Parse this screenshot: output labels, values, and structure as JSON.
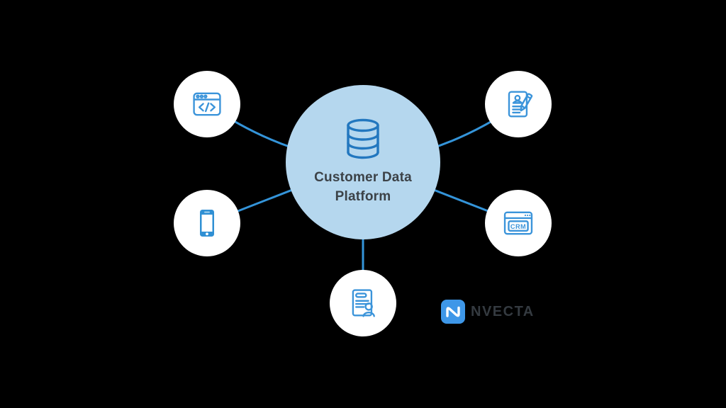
{
  "diagram": {
    "center": {
      "label": "Customer Data Platform",
      "icon": "database-icon",
      "fill_color": "#b5d7ee",
      "label_color": "#3c4247",
      "icon_stroke_color": "#2277bf"
    },
    "nodes": [
      {
        "id": "web-code",
        "icon": "code-browser-icon",
        "position": "top-left"
      },
      {
        "id": "mobile",
        "icon": "mobile-phone-icon",
        "position": "middle-left"
      },
      {
        "id": "document-edit",
        "icon": "contact-form-edit-icon",
        "position": "top-right"
      },
      {
        "id": "crm",
        "icon": "crm-browser-icon",
        "position": "middle-right",
        "label": "CRM"
      },
      {
        "id": "customer-record",
        "icon": "customer-record-icon",
        "position": "bottom-center"
      }
    ],
    "colors": {
      "background": "#000000",
      "connector": "#3494d9",
      "satellite_fill": "#ffffff",
      "satellite_icon_stroke": "#3b94da",
      "phone_fill": "#3090d4"
    }
  },
  "logo": {
    "text": "NVECTA",
    "icon": "nvecta-wave-icon",
    "icon_color": "#3e97e8",
    "text_color": "#343a40"
  }
}
